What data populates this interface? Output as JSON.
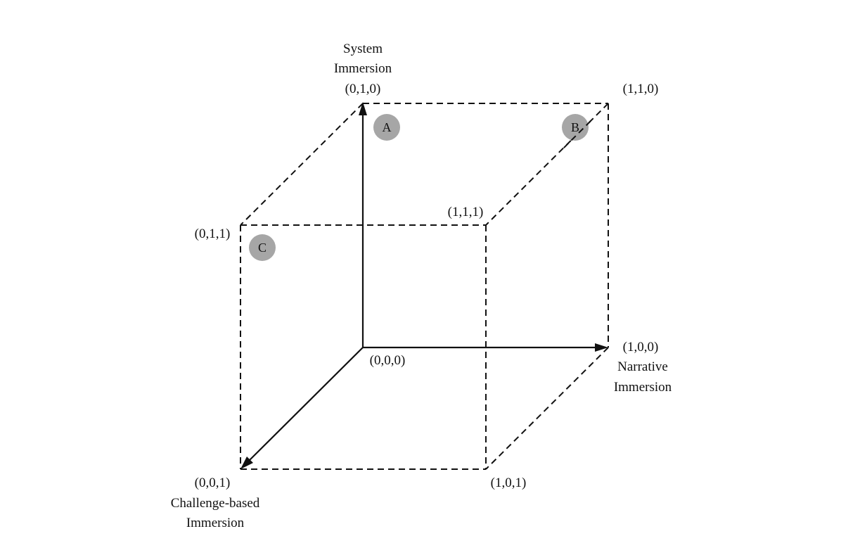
{
  "axes": {
    "system": {
      "line1": "System",
      "line2": "Immersion"
    },
    "narrative": {
      "line1": "Narrative",
      "line2": "Immersion"
    },
    "challenge": {
      "line1": "Challenge-based",
      "line2": "Immersion"
    }
  },
  "vertices": {
    "v000": "(0,0,0)",
    "v010": "(0,1,0)",
    "v110": "(1,1,0)",
    "v011": "(0,1,1)",
    "v111": "(1,1,1)",
    "v100": "(1,0,0)",
    "v001": "(0,0,1)",
    "v101": "(1,0,1)"
  },
  "markers": {
    "a": "A",
    "b": "B",
    "c": "C"
  },
  "colors": {
    "line": "#111111",
    "marker": "#a6a6a6"
  }
}
